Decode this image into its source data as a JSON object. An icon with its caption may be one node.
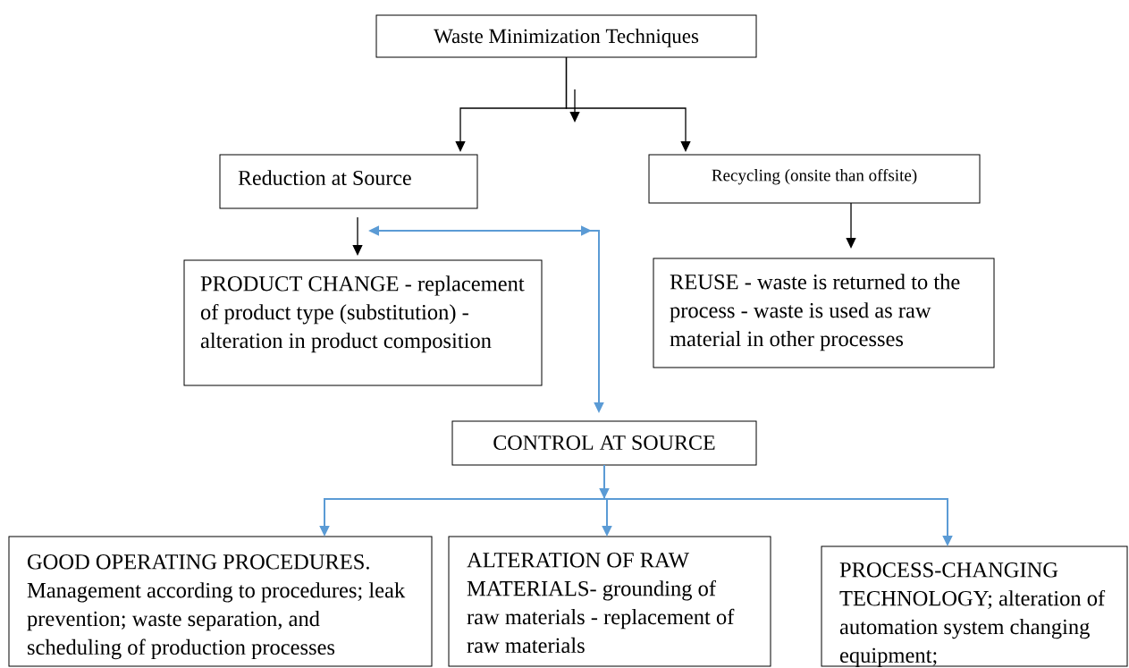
{
  "diagram": {
    "nodes": [
      {
        "text": [
          "Waste Minimization Techniques"
        ]
      },
      {
        "text": [
          "Reduction at Source"
        ]
      },
      {
        "text": [
          "Recycling (onsite than offsite)"
        ]
      },
      {
        "text": [
          "PRODUCT CHANGE - replacement of product type (substitution) - alteration in product composition"
        ]
      },
      {
        "text": [
          "REUSE - waste is returned to the process - waste is used as raw material in other processes"
        ]
      },
      {
        "text": [
          "CONTROL AT SOURCE"
        ]
      },
      {
        "text": [
          "GOOD OPERATING PROCEDURES. Management according to procedures; leak prevention; waste separation, and scheduling of production processes"
        ]
      },
      {
        "text": [
          "ALTERATION OF RAW MATERIALS- grounding of raw materials - replacement of raw materials"
        ]
      },
      {
        "text": [
          "PROCESS-CHANGING TECHNOLOGY; alteration of automation system changing equipment;"
        ]
      }
    ],
    "edges": [
      {
        "from": 0,
        "to": 1,
        "arrow": "to"
      },
      {
        "from": 0,
        "to": 2,
        "arrow": "to"
      },
      {
        "from": 1,
        "to": 3,
        "arrow": "to"
      },
      {
        "from": 2,
        "to": 4,
        "arrow": "to"
      },
      {
        "from": 1,
        "to": 5,
        "arrow": "both",
        "color": "#5b9bd5"
      },
      {
        "from": 5,
        "to": 6,
        "arrow": "to",
        "color": "#5b9bd5"
      },
      {
        "from": 5,
        "to": 7,
        "arrow": "to",
        "color": "#5b9bd5"
      },
      {
        "from": 5,
        "to": 8,
        "arrow": "to",
        "color": "#5b9bd5"
      }
    ]
  }
}
